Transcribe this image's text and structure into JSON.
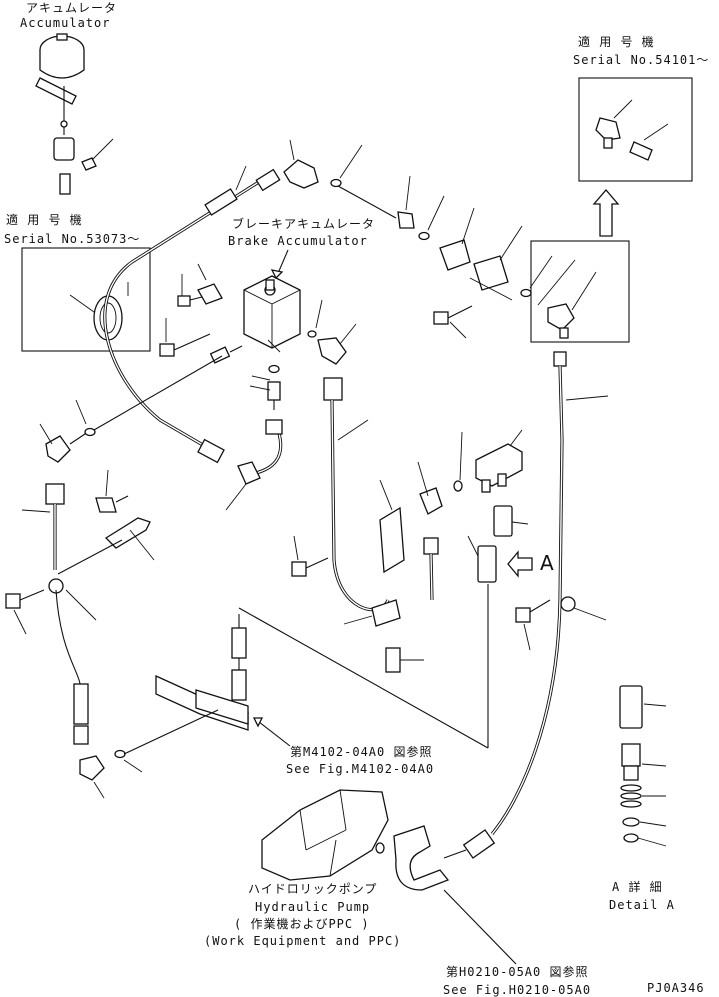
{
  "labels": {
    "accumulator_jp": "アキュムレータ",
    "accumulator_en": "Accumulator",
    "applicable_jp_left": "適 用 号 機",
    "serial_left": "Serial No.53073～",
    "applicable_jp_right": "適 用 号 機",
    "serial_right": "Serial No.54101～",
    "brake_acc_jp": "ブレーキアキュムレータ",
    "brake_acc_en": "Brake Accumulator",
    "arrow_a": "A",
    "ref_m_jp": "第M4102-04A0 図参照",
    "ref_m_en": "See Fig.M4102-04A0",
    "hyd_pump_jp": "ハイドロリックポンプ",
    "hyd_pump_en": "Hydraulic Pump",
    "work_jp": "( 作業機およびPPC )",
    "work_en": "(Work Equipment and PPC)",
    "detail_jp": "A 詳 細",
    "detail_en": "Detail A",
    "ref_h_jp": "第H0210-05A0 図参照",
    "ref_h_en": "See Fig.H0210-05A0",
    "drawing_code": "PJ0A346"
  }
}
